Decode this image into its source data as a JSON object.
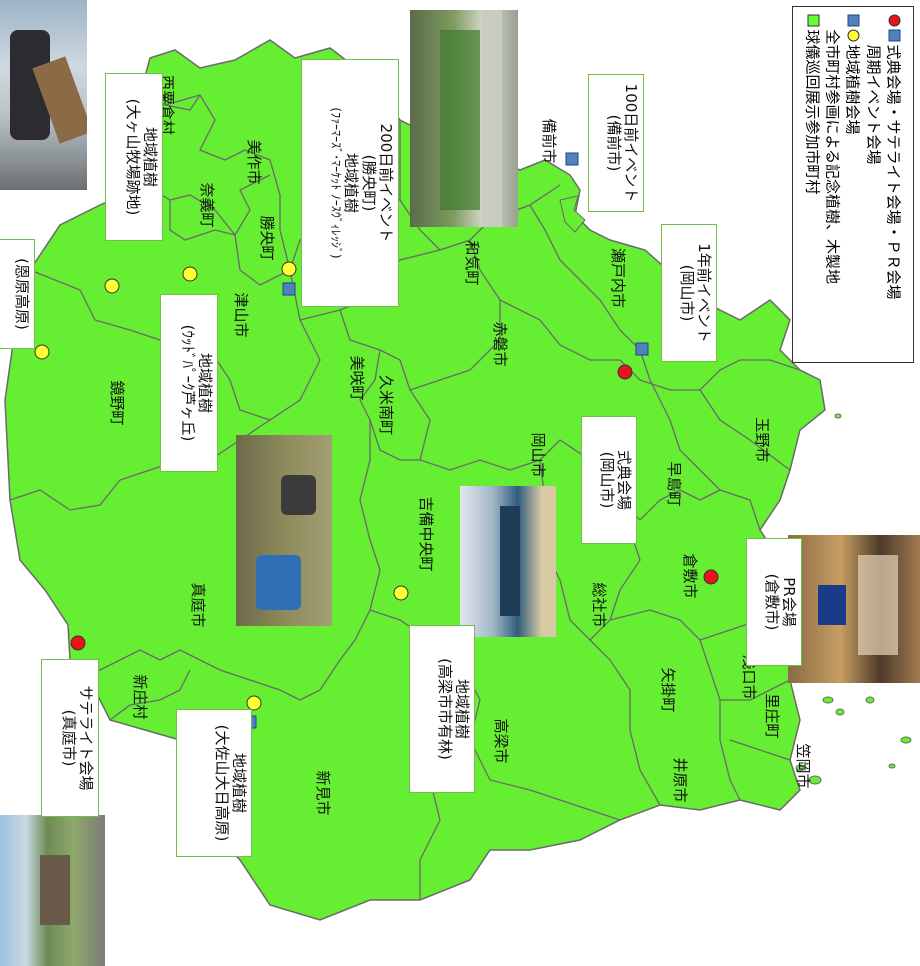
{
  "municipalities": [
    {
      "id": "nishiawakura",
      "label": "西粟倉村"
    },
    {
      "id": "mimasaka",
      "label": "美作市"
    },
    {
      "id": "nagi",
      "label": "奈義町"
    },
    {
      "id": "shoo",
      "label": "勝央町"
    },
    {
      "id": "tsuyama",
      "label": "津山市"
    },
    {
      "id": "kagamino",
      "label": "鏡野町"
    },
    {
      "id": "misaki",
      "label": "美咲町"
    },
    {
      "id": "kumenan",
      "label": "久米南町"
    },
    {
      "id": "akaiwa",
      "label": "赤磐市"
    },
    {
      "id": "wake",
      "label": "和気町"
    },
    {
      "id": "bizen",
      "label": "備前市"
    },
    {
      "id": "setouchi",
      "label": "瀬戸内市"
    },
    {
      "id": "okayama",
      "label": "岡山市"
    },
    {
      "id": "tamano",
      "label": "玉野市"
    },
    {
      "id": "hayashima",
      "label": "早島町"
    },
    {
      "id": "kurashiki",
      "label": "倉敷市"
    },
    {
      "id": "soja",
      "label": "総社市"
    },
    {
      "id": "kibichuo",
      "label": "吉備中央町"
    },
    {
      "id": "maniwa",
      "label": "真庭市"
    },
    {
      "id": "shinjo",
      "label": "新庄村"
    },
    {
      "id": "niimi",
      "label": "新見市"
    },
    {
      "id": "takahashi",
      "label": "高梁市"
    },
    {
      "id": "yakage",
      "label": "矢掛町"
    },
    {
      "id": "asakuchi",
      "label": "浅口市"
    },
    {
      "id": "satosho",
      "label": "里庄町"
    },
    {
      "id": "ibara",
      "label": "井原市"
    },
    {
      "id": "kasaoka",
      "label": "笠岡市"
    }
  ],
  "callouts": [
    {
      "id": "ogayama",
      "lines": [
        "地域植樹",
        "(大ヶ山牧場跡地)"
      ]
    },
    {
      "id": "event200",
      "lines": [
        "200日前イベント",
        "(勝央町)",
        "地域植樹",
        "(ﾌｧｰﾏｰｽﾞ･ﾏｰｹｯﾄ ﾉｰｽｳﾞｨﾚｯｼﾞ)"
      ]
    },
    {
      "id": "event100",
      "lines": [
        "100日前イベント",
        "(備前市)"
      ]
    },
    {
      "id": "event1y",
      "lines": [
        "1年前イベント",
        "(岡山市)"
      ]
    },
    {
      "id": "onbara",
      "lines": [
        "(恩原高原)"
      ]
    },
    {
      "id": "ashigaoka",
      "lines": [
        "地域植樹",
        "(ｳｯﾄﾞﾊﾟｰｸ芦ヶ丘)"
      ]
    },
    {
      "id": "ceremony",
      "lines": [
        "式典会場",
        "(岡山市)"
      ]
    },
    {
      "id": "pr",
      "lines": [
        "PR会場",
        "(倉敷市)"
      ]
    },
    {
      "id": "satellite",
      "lines": [
        "サテライト会場",
        "(真庭市)"
      ]
    },
    {
      "id": "osayama",
      "lines": [
        "地域植樹",
        "(大佐山大日高原)"
      ]
    },
    {
      "id": "takahashi_forest",
      "lines": [
        "地域植樹",
        "(高梁市市有林)"
      ]
    }
  ],
  "legend": {
    "items": [
      {
        "symbols": [
          "red",
          "blue"
        ],
        "text": "式典会場・サテライト会場・ＰＲ会場"
      },
      {
        "symbols": [],
        "text": "周期イベント会場"
      },
      {
        "symbols": [
          "blue",
          "yellow"
        ],
        "text": "地域植樹会場"
      },
      {
        "symbols": [],
        "text": "全市町村参画による記念植樹、木製地"
      },
      {
        "symbols": [
          "green"
        ],
        "text": "球儀巡回展示参加市町村"
      }
    ]
  },
  "colors": {
    "land": "#66ee33",
    "border": "#6a6a6a",
    "ceremony": "#e8141b",
    "event": "#4f81bd",
    "planting": "#ffff33",
    "callout_border": "#6fbf4a"
  }
}
